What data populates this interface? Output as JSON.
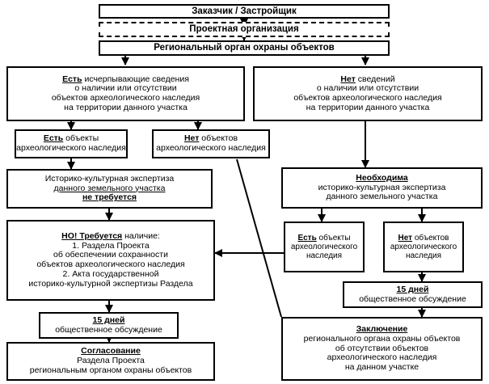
{
  "diagram": {
    "title": "Порядок действий заказчика по объектам археологического наследия",
    "language": "ru",
    "nodes": {
      "customer": {
        "lines": [
          "Заказчик / Застройщик"
        ]
      },
      "design_org": {
        "lines": [
          "Проектная организация"
        ],
        "style": "dashed"
      },
      "regional_body": {
        "lines": [
          "Региональный орган охраны объектов"
        ]
      },
      "has_info": {
        "lines": [
          "Есть исчерпывающие сведения",
          "о наличии или отсутствии",
          "объектов археологического наследия",
          "на территории данного участка"
        ],
        "emphasis": "Есть"
      },
      "no_info": {
        "lines": [
          "Нет сведений",
          "о наличии или отсутствии",
          "объектов археологического наследия",
          "на территории данного участка"
        ],
        "emphasis": "Нет"
      },
      "objects_present_l": {
        "lines": [
          "Есть объекты",
          "археологического наследия"
        ],
        "emphasis": "Есть"
      },
      "objects_absent_l": {
        "lines": [
          "Нет объектов",
          "археологического наследия"
        ],
        "emphasis": "Нет"
      },
      "expertise_not_required": {
        "lines": [
          "Историко-культурная экспертиза",
          "данного земельного участка",
          "не требуется"
        ]
      },
      "expertise_required": {
        "lines": [
          "Необходима",
          "историко-культурная экспертиза",
          "данного земельного участка"
        ],
        "emphasis": "Необходима"
      },
      "but_required": {
        "lines": [
          "НО! Требуется наличие:",
          "1. Раздела Проекта",
          "об обеспечении сохранности",
          "объектов археологического наследия",
          "2. Акта государственной",
          "историко-культурной экспертизы Раздела"
        ],
        "emphasis": "НО! Требуется"
      },
      "objects_present_r": {
        "lines": [
          "Есть объекты",
          "археологического",
          "наследия"
        ],
        "emphasis": "Есть"
      },
      "objects_absent_r": {
        "lines": [
          "Нет объектов",
          "археологического",
          "наследия"
        ],
        "emphasis": "Нет"
      },
      "public_discussion_r": {
        "lines": [
          "15 дней",
          "общественное обсуждение"
        ],
        "emphasis": "15 дней"
      },
      "public_discussion_l": {
        "lines": [
          "15 дней",
          "общественное обсуждение"
        ],
        "emphasis": "15 дней"
      },
      "approval": {
        "lines": [
          "Согласование",
          "Раздела Проекта",
          "региональным органом охраны объектов"
        ],
        "emphasis": "Согласование"
      },
      "conclusion": {
        "lines": [
          "Заключение",
          "регионального органа охраны объектов",
          "об отсутствии объектов",
          "археологического наследия",
          "на данном участке"
        ],
        "emphasis": "Заключение"
      }
    },
    "colors": {
      "stroke": "#000000",
      "background": "#ffffff",
      "text": "#000000"
    }
  }
}
